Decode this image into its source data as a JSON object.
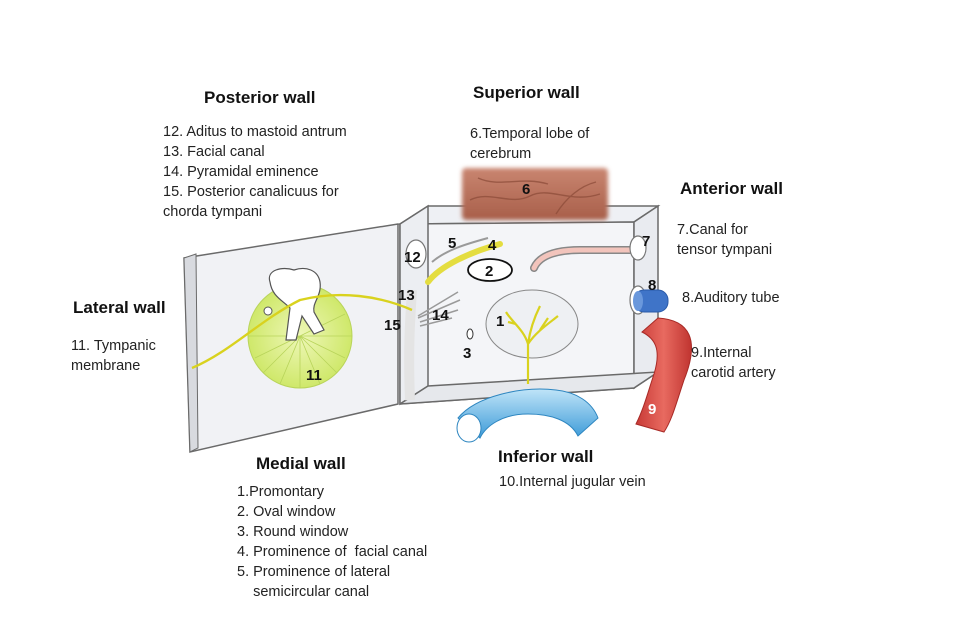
{
  "walls": {
    "posterior": {
      "title": "Posterior wall",
      "items": [
        "12. Aditus to mastoid antrum",
        "13. Facial canal",
        "14. Pyramidal eminence",
        "15. Posterior canalicuus for",
        "chorda tympani"
      ]
    },
    "superior": {
      "title": "Superior wall",
      "items": [
        "6.Temporal lobe of",
        "cerebrum"
      ]
    },
    "anterior": {
      "title": "Anterior wall",
      "items": [
        "7.Canal for",
        "tensor tympani"
      ],
      "item8": "8.Auditory tube",
      "item9": [
        "9.Internal",
        "carotid artery"
      ]
    },
    "lateral": {
      "title": "Lateral wall",
      "items": [
        "11. Tympanic",
        "membrane"
      ]
    },
    "medial": {
      "title": "Medial wall",
      "items": [
        "1.Promontary",
        "2. Oval window",
        "3. Round window",
        "4. Prominence of  facial canal",
        "5. Prominence of lateral",
        "    semicircular canal"
      ]
    },
    "inferior": {
      "title": "Inferior wall",
      "items": [
        "10.Internal jugular vein"
      ]
    }
  },
  "markers": {
    "m1": "1",
    "m2": "2",
    "m3": "3",
    "m4": "4",
    "m5": "5",
    "m6": "6",
    "m7": "7",
    "m8": "8",
    "m9": "9",
    "m11": "11",
    "m12": "12",
    "m13": "13",
    "m14": "14",
    "m15": "15"
  },
  "colors": {
    "brain": "#b9705a",
    "nerve": "#e8e23a",
    "membrane": "#d4ec6e",
    "artery": "#d9504a",
    "vein": "#5aaee0",
    "tube": "#3f74c8",
    "box_line": "#6a6a6a",
    "box_fill": "#f3f4f7"
  }
}
